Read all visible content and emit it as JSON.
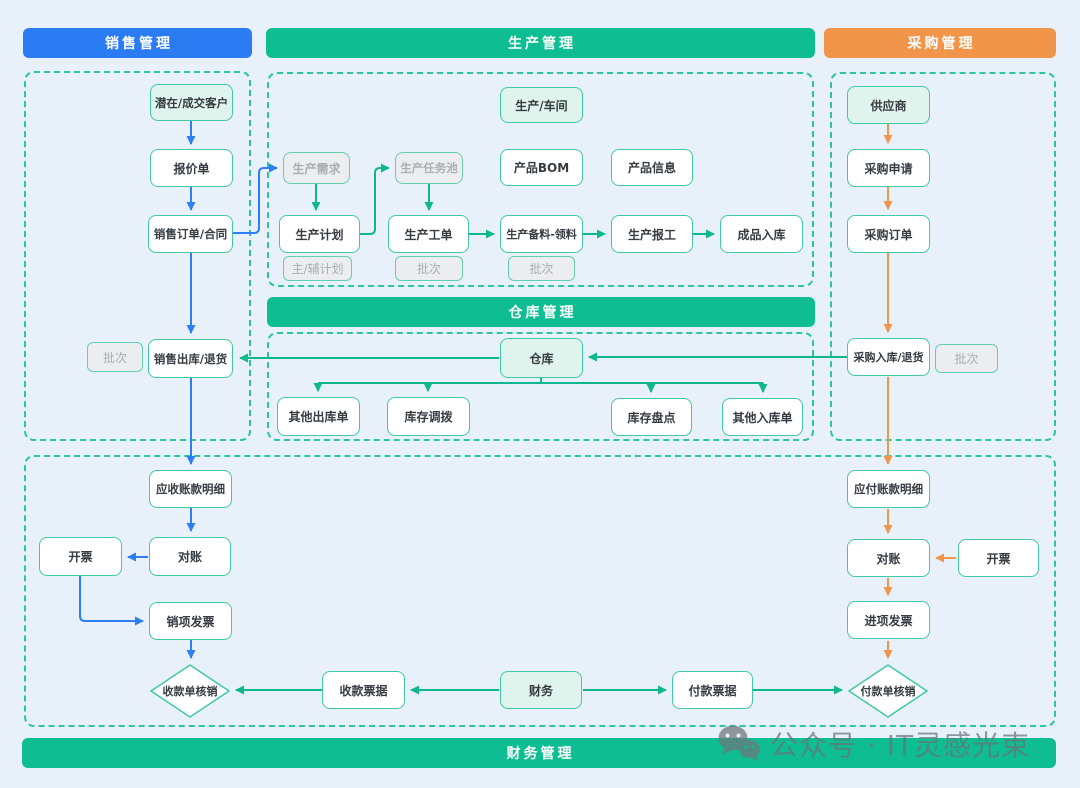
{
  "headers": {
    "sales": "销售管理",
    "production": "生产管理",
    "purchase": "采购管理",
    "warehouse": "仓库管理",
    "finance": "财务管理"
  },
  "colors": {
    "background": "#E8F0F9",
    "sales_header_blue": "#2B7BF3",
    "green_header": "#0EBE92",
    "purchase_header_orange": "#F0954A",
    "box_border_teal": "#3FC9A6",
    "container_dash_teal": "#2BC5A0",
    "blue_arrow": "#2E7FF6",
    "green_arrow": "#0FB78E",
    "orange_arrow": "#F0964B",
    "gray_tag_fill": "#ECEDEF",
    "gray_text": "#A9AEB4",
    "light_green_fill": "#DFF4EC"
  },
  "watermark": {
    "icon": "wechat-icon",
    "text": "公众号 · IT灵感光束"
  },
  "diagram": {
    "nodes": [
      {
        "id": "customer",
        "label": "潜在/成交客户"
      },
      {
        "id": "quote",
        "label": "报价单"
      },
      {
        "id": "sales_order",
        "label": "销售订单/合同"
      },
      {
        "id": "batch_sales",
        "label": "批次"
      },
      {
        "id": "sales_out",
        "label": "销售出库/退货"
      },
      {
        "id": "workshop",
        "label": "生产/车间"
      },
      {
        "id": "prod_demand",
        "label": "生产需求"
      },
      {
        "id": "task_pool",
        "label": "生产任务池"
      },
      {
        "id": "bom",
        "label": "产品BOM"
      },
      {
        "id": "prod_info",
        "label": "产品信息"
      },
      {
        "id": "prod_plan",
        "label": "生产计划"
      },
      {
        "id": "work_order",
        "label": "生产工单"
      },
      {
        "id": "material",
        "label": "生产备料-领料"
      },
      {
        "id": "report",
        "label": "生产报工"
      },
      {
        "id": "finished",
        "label": "成品入库"
      },
      {
        "id": "plan_tag",
        "label": "主/辅计划"
      },
      {
        "id": "batch_wo",
        "label": "批次"
      },
      {
        "id": "batch_mat",
        "label": "批次"
      },
      {
        "id": "warehouse",
        "label": "仓库"
      },
      {
        "id": "other_out",
        "label": "其他出库单"
      },
      {
        "id": "transfer",
        "label": "库存调拨"
      },
      {
        "id": "stocktake",
        "label": "库存盘点"
      },
      {
        "id": "other_in",
        "label": "其他入库单"
      },
      {
        "id": "supplier",
        "label": "供应商"
      },
      {
        "id": "pur_request",
        "label": "采购申请"
      },
      {
        "id": "pur_order",
        "label": "采购订单"
      },
      {
        "id": "pur_in",
        "label": "采购入库/退货"
      },
      {
        "id": "batch_pur",
        "label": "批次"
      },
      {
        "id": "ar",
        "label": "应收账款明细"
      },
      {
        "id": "recon_l",
        "label": "对账"
      },
      {
        "id": "invoice_l",
        "label": "开票"
      },
      {
        "id": "sales_invoice",
        "label": "销项发票"
      },
      {
        "id": "receipt_verify",
        "label": "收款单核销"
      },
      {
        "id": "receipt_note",
        "label": "收款票据"
      },
      {
        "id": "finance",
        "label": "财务"
      },
      {
        "id": "pay_note",
        "label": "付款票据"
      },
      {
        "id": "pay_verify",
        "label": "付款单核销"
      },
      {
        "id": "ap",
        "label": "应付账款明细"
      },
      {
        "id": "recon_r",
        "label": "对账"
      },
      {
        "id": "invoice_r",
        "label": "开票"
      },
      {
        "id": "input_invoice",
        "label": "进项发票"
      }
    ],
    "edges": [
      {
        "from": "customer",
        "to": "quote",
        "color": "blue"
      },
      {
        "from": "quote",
        "to": "sales_order",
        "color": "blue"
      },
      {
        "from": "sales_order",
        "to": "sales_out",
        "color": "blue"
      },
      {
        "from": "sales_order",
        "to": "prod_demand",
        "color": "blue"
      },
      {
        "from": "sales_out",
        "to": "ar",
        "color": "blue"
      },
      {
        "from": "ar",
        "to": "recon_l",
        "color": "blue"
      },
      {
        "from": "recon_l",
        "to": "invoice_l",
        "color": "blue"
      },
      {
        "from": "invoice_l",
        "to": "sales_invoice",
        "color": "blue"
      },
      {
        "from": "sales_invoice",
        "to": "receipt_verify",
        "color": "blue"
      },
      {
        "from": "prod_demand",
        "to": "prod_plan",
        "color": "green"
      },
      {
        "from": "prod_plan",
        "to": "task_pool",
        "color": "green"
      },
      {
        "from": "task_pool",
        "to": "work_order",
        "color": "green"
      },
      {
        "from": "work_order",
        "to": "material",
        "color": "green"
      },
      {
        "from": "material",
        "to": "report",
        "color": "green"
      },
      {
        "from": "report",
        "to": "finished",
        "color": "green"
      },
      {
        "from": "warehouse",
        "to": "sales_out",
        "color": "green"
      },
      {
        "from": "pur_in",
        "to": "warehouse",
        "color": "green"
      },
      {
        "from": "warehouse",
        "to": "other_out",
        "color": "green"
      },
      {
        "from": "warehouse",
        "to": "transfer",
        "color": "green"
      },
      {
        "from": "warehouse",
        "to": "stocktake",
        "color": "green"
      },
      {
        "from": "warehouse",
        "to": "other_in",
        "color": "green"
      },
      {
        "from": "finance",
        "to": "receipt_note",
        "color": "green"
      },
      {
        "from": "receipt_note",
        "to": "receipt_verify",
        "color": "green"
      },
      {
        "from": "finance",
        "to": "pay_note",
        "color": "green"
      },
      {
        "from": "pay_note",
        "to": "pay_verify",
        "color": "green"
      },
      {
        "from": "supplier",
        "to": "pur_request",
        "color": "orange"
      },
      {
        "from": "pur_request",
        "to": "pur_order",
        "color": "orange"
      },
      {
        "from": "pur_order",
        "to": "pur_in",
        "color": "orange"
      },
      {
        "from": "pur_in",
        "to": "ap",
        "color": "orange"
      },
      {
        "from": "ap",
        "to": "recon_r",
        "color": "orange"
      },
      {
        "from": "invoice_r",
        "to": "recon_r",
        "color": "orange"
      },
      {
        "from": "recon_r",
        "to": "input_invoice",
        "color": "orange"
      },
      {
        "from": "input_invoice",
        "to": "pay_verify",
        "color": "orange"
      }
    ]
  }
}
